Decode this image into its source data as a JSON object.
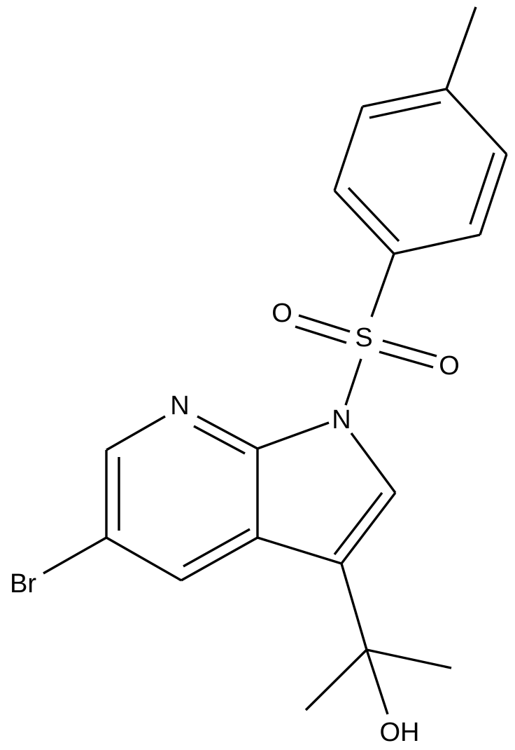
{
  "structure": {
    "atoms": {
      "bromine": "Br",
      "pyridine_nitrogen": "N",
      "pyrrole_nitrogen": "N",
      "sulfur": "S",
      "sulfonyl_oxygen_left": "O",
      "sulfonyl_oxygen_right": "O",
      "hydroxyl": "OH"
    }
  },
  "colors": {
    "bond": "#000000",
    "label": "#000000",
    "background": "#ffffff"
  }
}
